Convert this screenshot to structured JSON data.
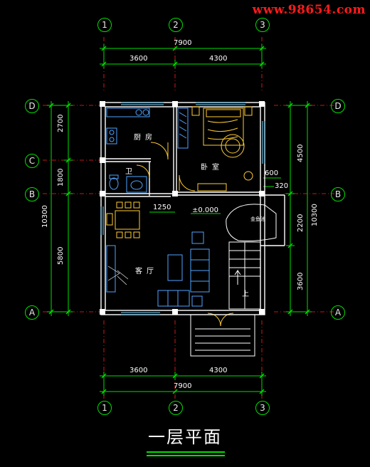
{
  "watermark": "www.98654.com",
  "title": "一层平面",
  "axes": {
    "top": [
      "1",
      "2",
      "3"
    ],
    "bottom": [
      "1",
      "2",
      "3"
    ],
    "left": [
      "D",
      "C",
      "B",
      "A"
    ],
    "right": [
      "D",
      "B",
      "A"
    ]
  },
  "dimensions": {
    "top_total": "7900",
    "top_left": "3600",
    "top_right": "4300",
    "bottom_total": "7900",
    "bottom_left": "3600",
    "bottom_right": "4300",
    "left_2700": "2700",
    "left_1800": "1800",
    "left_5800": "5800",
    "left_total": "10300",
    "right_4500": "4500",
    "right_2200": "2200",
    "right_3600": "3600",
    "right_total": "10300",
    "stair_600": "600",
    "stair_320": "320",
    "hall_1250": "1250",
    "level": "±0.000"
  },
  "rooms": {
    "kitchen": "厨房",
    "bedroom": "卧室",
    "bathroom": "卫",
    "living": "客厅",
    "up": "上",
    "garden": "金鱼池"
  },
  "colors": {
    "wall": "#ffffff",
    "grid": "#00e000",
    "axis_line": "#ff2020",
    "furniture": "#ffcc33",
    "fixtures": "#4fa3ff",
    "text": "#ffffff"
  }
}
